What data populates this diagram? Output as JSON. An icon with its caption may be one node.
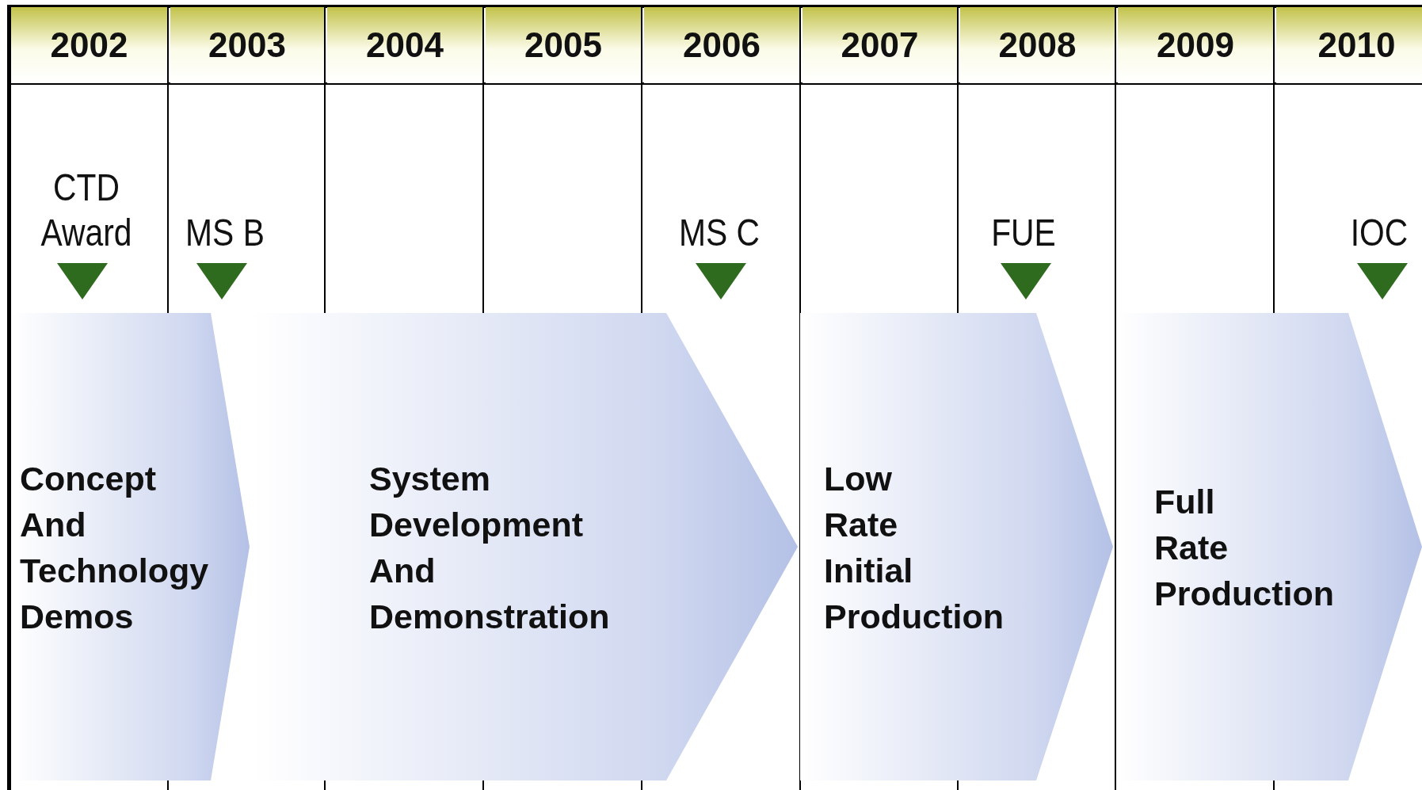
{
  "diagram": {
    "nodes": [
      {
        "text": [
          "Concept And Technology Demos"
        ]
      },
      {
        "text": [
          "System Development And Demonstration"
        ]
      },
      {
        "text": [
          "Low Rate Initial Production"
        ]
      },
      {
        "text": [
          "Full Rate Production"
        ]
      }
    ],
    "labels": [
      "2002",
      "2003",
      "2004",
      "2005",
      "2006",
      "2007",
      "2008",
      "2009",
      "2010",
      "CTD Award",
      "MS B",
      "MS C",
      "FUE",
      "IOC"
    ]
  }
}
